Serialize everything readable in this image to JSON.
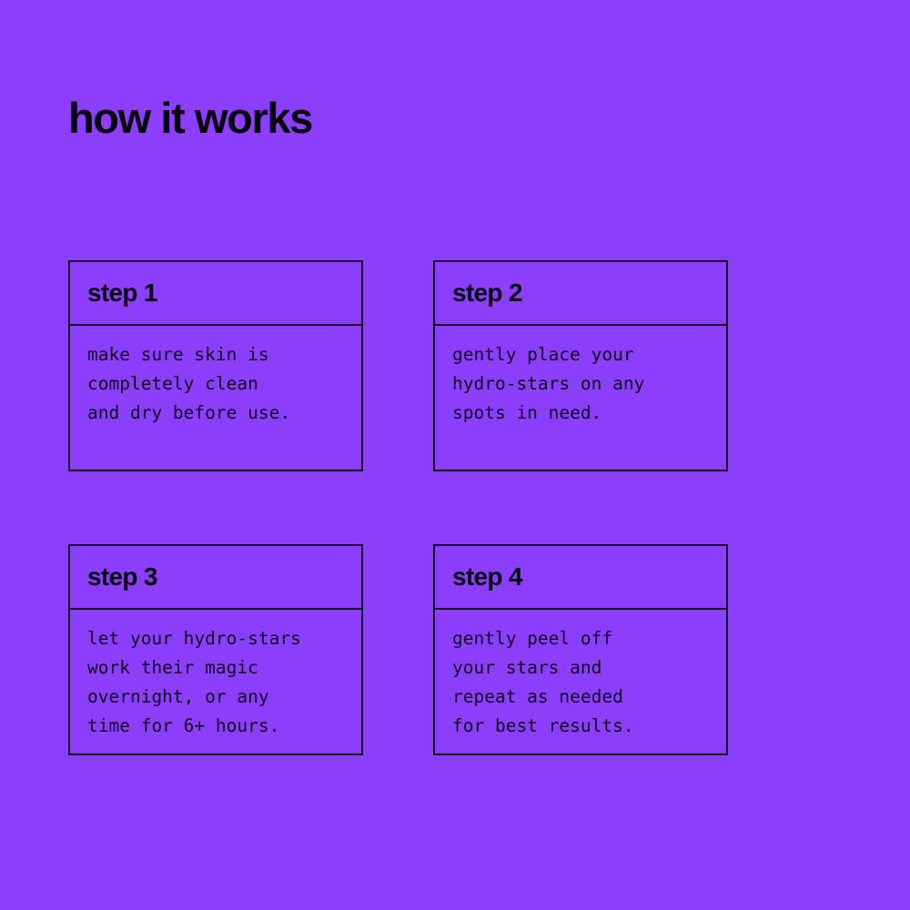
{
  "theme": {
    "background": "#8B3EFC",
    "ink": "#09050F",
    "border": "#14091F",
    "body_text": "#120A1C"
  },
  "page": {
    "title": "how it works"
  },
  "steps": [
    {
      "title": "step 1",
      "text": "make sure skin is\ncompletely clean\nand dry before use."
    },
    {
      "title": "step 2",
      "text": "gently place your\nhydro-stars on any\nspots in need."
    },
    {
      "title": "step 3",
      "text": "let your hydro-stars\nwork their magic\novernight, or any\ntime for 6+ hours."
    },
    {
      "title": "step 4",
      "text": "gently peel off\nyour stars and\nrepeat as needed\nfor best results."
    }
  ]
}
